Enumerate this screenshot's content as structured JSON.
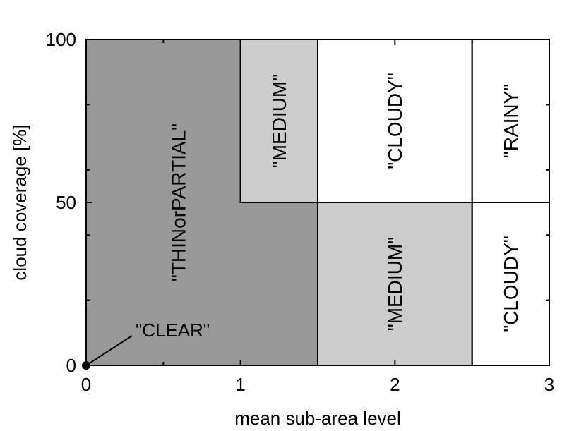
{
  "chart_data": {
    "type": "region-map",
    "xlabel": "mean sub-area level",
    "ylabel": "cloud coverage [%]",
    "xlim": [
      0,
      3
    ],
    "ylim": [
      0,
      100
    ],
    "xticks": [
      {
        "value": 0,
        "label": "0"
      },
      {
        "value": 1,
        "label": "1"
      },
      {
        "value": 2,
        "label": "2"
      },
      {
        "value": 3,
        "label": "3"
      }
    ],
    "yticks": [
      {
        "value": 0,
        "label": "0"
      },
      {
        "value": 50,
        "label": "50"
      },
      {
        "value": 100,
        "label": "100"
      }
    ],
    "colors": {
      "dark": "#999999",
      "light": "#cccccc",
      "white": "#ffffff"
    },
    "regions": [
      {
        "label": "\"THINorPARTIAL\"",
        "fill": "dark",
        "polygon": [
          [
            0,
            0
          ],
          [
            1.5,
            0
          ],
          [
            1.5,
            50
          ],
          [
            1,
            50
          ],
          [
            1,
            100
          ],
          [
            0,
            100
          ]
        ],
        "label_at": [
          0.6,
          50
        ]
      },
      {
        "label": "\"MEDIUM\"",
        "fill": "light",
        "polygon": [
          [
            1,
            50
          ],
          [
            1.5,
            50
          ],
          [
            1.5,
            100
          ],
          [
            1,
            100
          ]
        ],
        "label_at": [
          1.25,
          75
        ]
      },
      {
        "label": "\"CLOUDY\"",
        "fill": "white",
        "polygon": [
          [
            1.5,
            50
          ],
          [
            2.5,
            50
          ],
          [
            2.5,
            100
          ],
          [
            1.5,
            100
          ]
        ],
        "label_at": [
          2.0,
          75
        ]
      },
      {
        "label": "\"RAINY\"",
        "fill": "white",
        "polygon": [
          [
            2.5,
            50
          ],
          [
            3,
            50
          ],
          [
            3,
            100
          ],
          [
            2.5,
            100
          ]
        ],
        "label_at": [
          2.75,
          75
        ]
      },
      {
        "label": "\"MEDIUM\"",
        "fill": "light",
        "polygon": [
          [
            1.5,
            0
          ],
          [
            2.5,
            0
          ],
          [
            2.5,
            50
          ],
          [
            1.5,
            50
          ]
        ],
        "label_at": [
          2.0,
          25
        ]
      },
      {
        "label": "\"CLOUDY\"",
        "fill": "white",
        "polygon": [
          [
            2.5,
            0
          ],
          [
            3,
            0
          ],
          [
            3,
            50
          ],
          [
            2.5,
            50
          ]
        ],
        "label_at": [
          2.75,
          25
        ]
      }
    ],
    "point": {
      "label": "\"CLEAR\"",
      "x": 0,
      "y": 0
    }
  }
}
